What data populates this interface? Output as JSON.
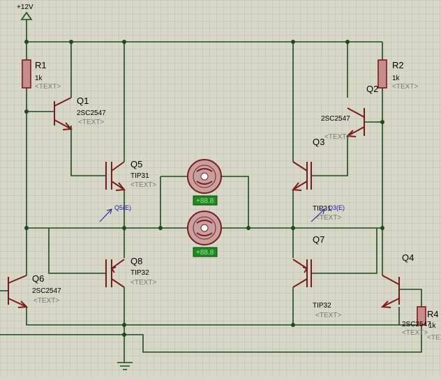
{
  "power": {
    "label": "+12V"
  },
  "components": {
    "R1": {
      "ref": "R1",
      "value": "1k",
      "text": "<TEXT>"
    },
    "R2": {
      "ref": "R2",
      "value": "1k",
      "text": "<TEXT>"
    },
    "R4": {
      "ref": "R4",
      "value": "1k",
      "text": "<TEXT>"
    },
    "Q1": {
      "ref": "Q1",
      "part": "2SC2547",
      "text": "<TEXT>"
    },
    "Q2": {
      "ref": "Q2",
      "part": "2SC2547",
      "text": "<TEXT>"
    },
    "Q3": {
      "ref": "Q3",
      "part": "TIP31",
      "text": "<TEXT>"
    },
    "Q4": {
      "ref": "Q4",
      "part": "2SC2547",
      "text": "<TEXT>"
    },
    "Q5": {
      "ref": "Q5",
      "part": "TIP31",
      "text": "<TEXT>"
    },
    "Q6": {
      "ref": "Q6",
      "part": "2SC2547",
      "text": "<TEXT>"
    },
    "Q7": {
      "ref": "Q7",
      "part": "TIP32",
      "text": "<TEXT>"
    },
    "Q8": {
      "ref": "Q8",
      "part": "TIP32",
      "text": "<TEXT>"
    }
  },
  "probes": {
    "q5e": "Q5(E)",
    "q3e": "Q3(E)"
  },
  "motors": {
    "m1_readout": "+88.8",
    "m2_readout": "+88.8"
  },
  "colors": {
    "background": "#d8d8c8",
    "grid": "#b4b4a6",
    "wire": "#1c4a1c",
    "body": "#7a1c1c",
    "readout": "#1f8a1f"
  }
}
